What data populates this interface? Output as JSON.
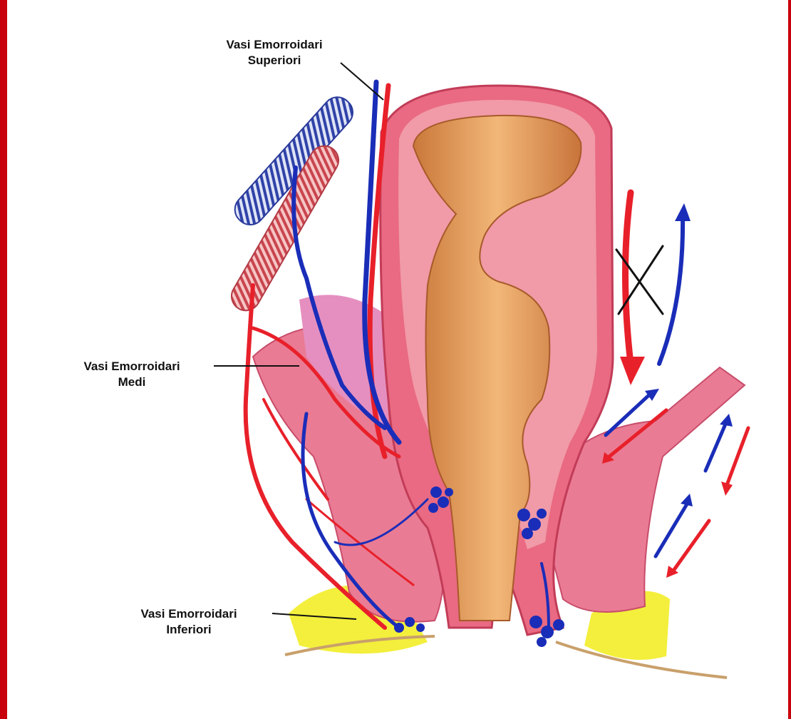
{
  "labels": {
    "superior": {
      "line1": "Vasi Emorroidari",
      "line2": "Superiori"
    },
    "middle": {
      "line1": "Vasi Emorroidari",
      "line2": "Medi"
    },
    "inferior": {
      "line1": "Vasi Emorroidari",
      "line2": "Inferiori"
    }
  },
  "colors": {
    "border": "#c8000c",
    "artery": "#e8202a",
    "vein": "#1a2db8",
    "muscle": "#e86f8a",
    "lumen": "#e89a55",
    "fat": "#f2ee3a"
  }
}
